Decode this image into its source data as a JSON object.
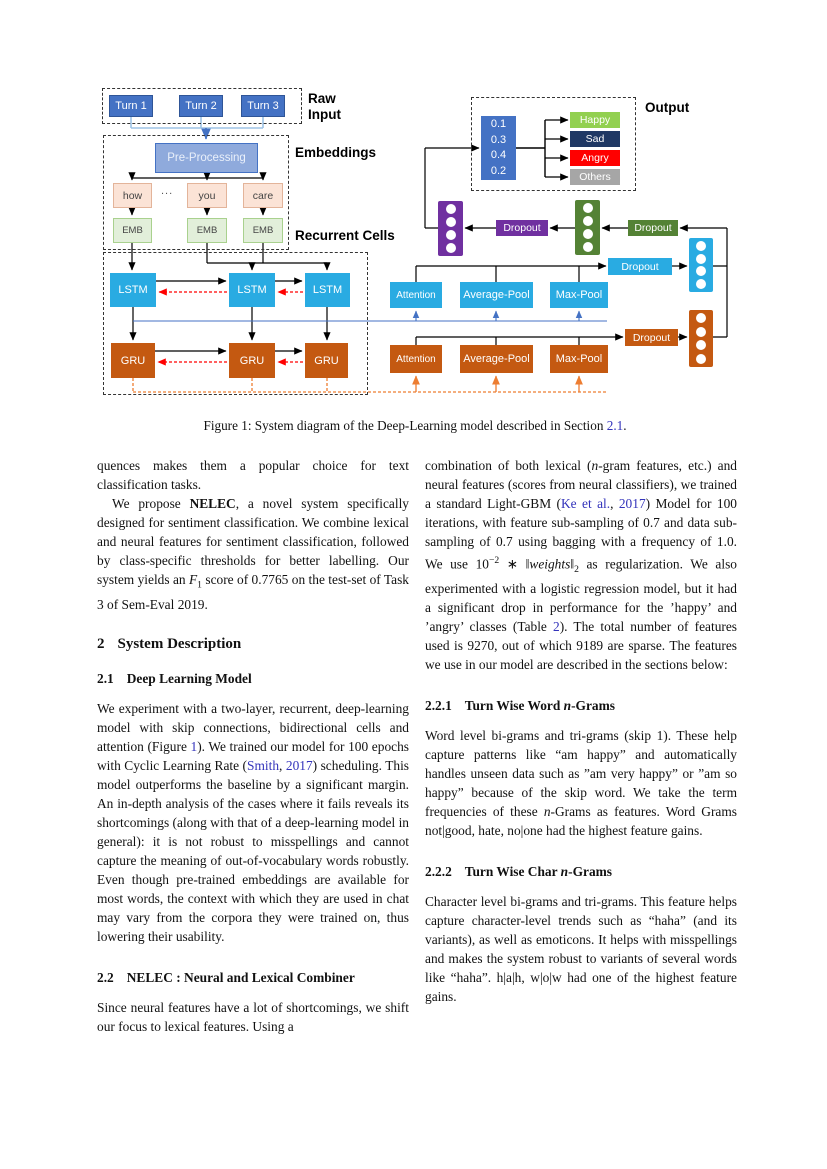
{
  "figure": {
    "raw_input": {
      "label": "Raw\nInput",
      "turns": [
        "Turn 1",
        "Turn 2",
        "Turn 3"
      ]
    },
    "embeddings": {
      "label": "Embeddings",
      "preprocessing": "Pre-Processing",
      "words": [
        "how",
        "you",
        "care"
      ],
      "dots": "...",
      "emb": "EMB"
    },
    "recurrent": {
      "label": "Recurrent Cells",
      "lstm": "LSTM",
      "gru": "GRU"
    },
    "pools": {
      "attention": "Attention",
      "average_pool": "Average-Pool",
      "max_pool": "Max-Pool"
    },
    "dropout_label": "Dropout",
    "output": {
      "label": "Output",
      "scores": [
        "0.1",
        "0.3",
        "0.4",
        "0.2"
      ],
      "classes": [
        {
          "label": "Happy",
          "color": "#92D050"
        },
        {
          "label": "Sad",
          "color": "#1F3864"
        },
        {
          "label": "Angry",
          "color": "#FF0000"
        },
        {
          "label": "Others",
          "color": "#A6A6A6"
        }
      ]
    },
    "colors": {
      "turn_blue": "#4472C4",
      "preprocessing_blue": "#8FAADC",
      "word_peach": "#FBE3D6",
      "emb_green": "#E2EFDA",
      "lstm_cyan": "#29ABE2",
      "gru_brown": "#C45911",
      "purple": "#7030A0",
      "dark_green": "#548235",
      "forward_arrow": "#000000",
      "backward_arrow": "#FF0000",
      "lstm_skip_line": "#4472C4",
      "gru_skip_line": "#ED7D31"
    }
  },
  "caption": {
    "runs": [
      {
        "t": "Figure 1: System diagram of the Deep-Learning model described in Section "
      },
      {
        "t": "2.1",
        "s": "link"
      },
      {
        "t": "."
      }
    ]
  },
  "left_column": {
    "p1": "quences makes them a popular choice for text classification tasks.",
    "p2": {
      "runs": [
        {
          "t": "We propose "
        },
        {
          "t": "NELEC",
          "s": "b"
        },
        {
          "t": ", a novel system specifically designed for sentiment classification. We combine lexical and neural features for sentiment classification, followed by class-specific thresholds for better labelling. Our system yields an "
        },
        {
          "t": "F",
          "s": "i"
        },
        {
          "t": "1",
          "s": "sub"
        },
        {
          "t": " score of 0.7765 on the test-set of Task 3 of Sem-Eval 2019."
        }
      ]
    },
    "h2": {
      "num": "2",
      "title": "System Description"
    },
    "h21": {
      "num": "2.1",
      "title": "Deep Learning Model"
    },
    "p3": {
      "runs": [
        {
          "t": "We experiment with a two-layer, recurrent, deep-learning model with skip connections, bidirectional cells and attention (Figure "
        },
        {
          "t": "1",
          "s": "link"
        },
        {
          "t": ").  We trained our model for 100 epochs with Cyclic Learning Rate ("
        },
        {
          "t": "Smith",
          "s": "link"
        },
        {
          "t": ", "
        },
        {
          "t": "2017",
          "s": "link"
        },
        {
          "t": ") scheduling.  This model outperforms the baseline by a significant margin. An in-depth analysis of the cases where it fails reveals its shortcomings (along with that of a deep-learning model in general): it is not robust to misspellings and cannot capture the meaning of out-of-vocabulary words robustly.  Even though pre-trained embeddings are available for most words, the context with which they are used in chat may vary from the corpora they were trained on, thus lowering their usability."
        }
      ]
    },
    "h22": {
      "num": "2.2",
      "title": "NELEC : Neural and Lexical Combiner"
    },
    "p4": "Since neural features have a lot of shortcomings, we shift our focus to lexical features.  Using a"
  },
  "right_column": {
    "p1": {
      "runs": [
        {
          "t": "combination of both lexical ("
        },
        {
          "t": "n",
          "s": "i"
        },
        {
          "t": "-gram features, etc.) and neural features (scores from neural classifiers), we trained a standard Light-GBM ("
        },
        {
          "t": "Ke et al.",
          "s": "link"
        },
        {
          "t": ", "
        },
        {
          "t": "2017",
          "s": "link"
        },
        {
          "t": ") Model for 100 iterations, with feature sub-sampling of 0.7 and data sub-sampling of 0.7 using bagging with a frequency of 1.0.  We use "
        },
        {
          "t": "10"
        },
        {
          "t": "−2",
          "s": "sup"
        },
        {
          "t": " ∗ ‖"
        },
        {
          "t": "weights",
          "s": "i"
        },
        {
          "t": "‖"
        },
        {
          "t": "2",
          "s": "sub"
        },
        {
          "t": " as regularization. We also experimented with a logistic regression model, but it had a significant drop in performance for the ’happy’ and ’angry’ classes (Table "
        },
        {
          "t": "2",
          "s": "link"
        },
        {
          "t": ").  The total number of features used is 9270, out of which 9189 are sparse. The features we use in our model are described in the sections below:"
        }
      ]
    },
    "h221": {
      "num": "2.2.1",
      "title_runs": [
        {
          "t": "Turn Wise Word "
        },
        {
          "t": "n",
          "s": "i"
        },
        {
          "t": "-Grams"
        }
      ]
    },
    "p2": {
      "runs": [
        {
          "t": "Word level bi-grams and tri-grams (skip 1). These help capture patterns like “am happy” and automatically handles unseen data such as ”am very happy” or ”am so happy” because of the skip word.  We take the term frequencies of these "
        },
        {
          "t": "n",
          "s": "i"
        },
        {
          "t": "-Grams as features.  Word Grams not|good, hate, no|one had the highest feature gains."
        }
      ]
    },
    "h222": {
      "num": "2.2.2",
      "title_runs": [
        {
          "t": "Turn Wise Char "
        },
        {
          "t": "n",
          "s": "i"
        },
        {
          "t": "-Grams"
        }
      ]
    },
    "p3": "Character level bi-grams and tri-grams.  This feature helps capture character-level trends such as “haha” (and its variants), as well as emoticons. It helps with misspellings and makes the system robust to variants of several words like “haha”. h|a|h, w|o|w had one of the highest feature gains."
  }
}
